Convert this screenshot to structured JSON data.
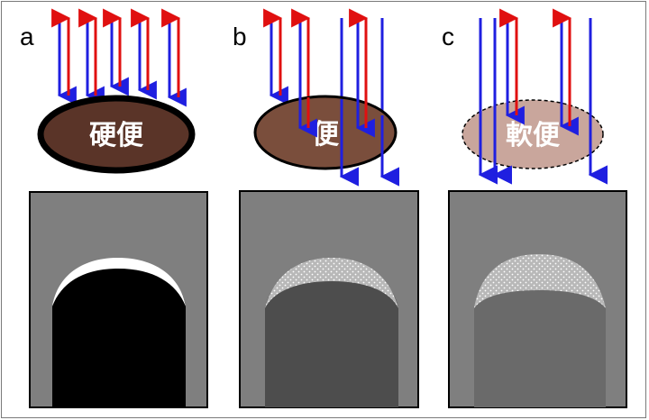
{
  "panels": [
    {
      "letter": "a",
      "label": "硬便"
    },
    {
      "letter": "b",
      "label": "便"
    },
    {
      "letter": "c",
      "label": "軟便"
    }
  ],
  "colors": {
    "incident_arrow": "#1f1fe0",
    "reflected_arrow": "#e01010",
    "hard_stool_fill": "#5a3428",
    "normal_stool_fill": "#7a4e3c",
    "soft_stool_fill": "#c9a69c",
    "image_background": "#7f7f7f"
  }
}
